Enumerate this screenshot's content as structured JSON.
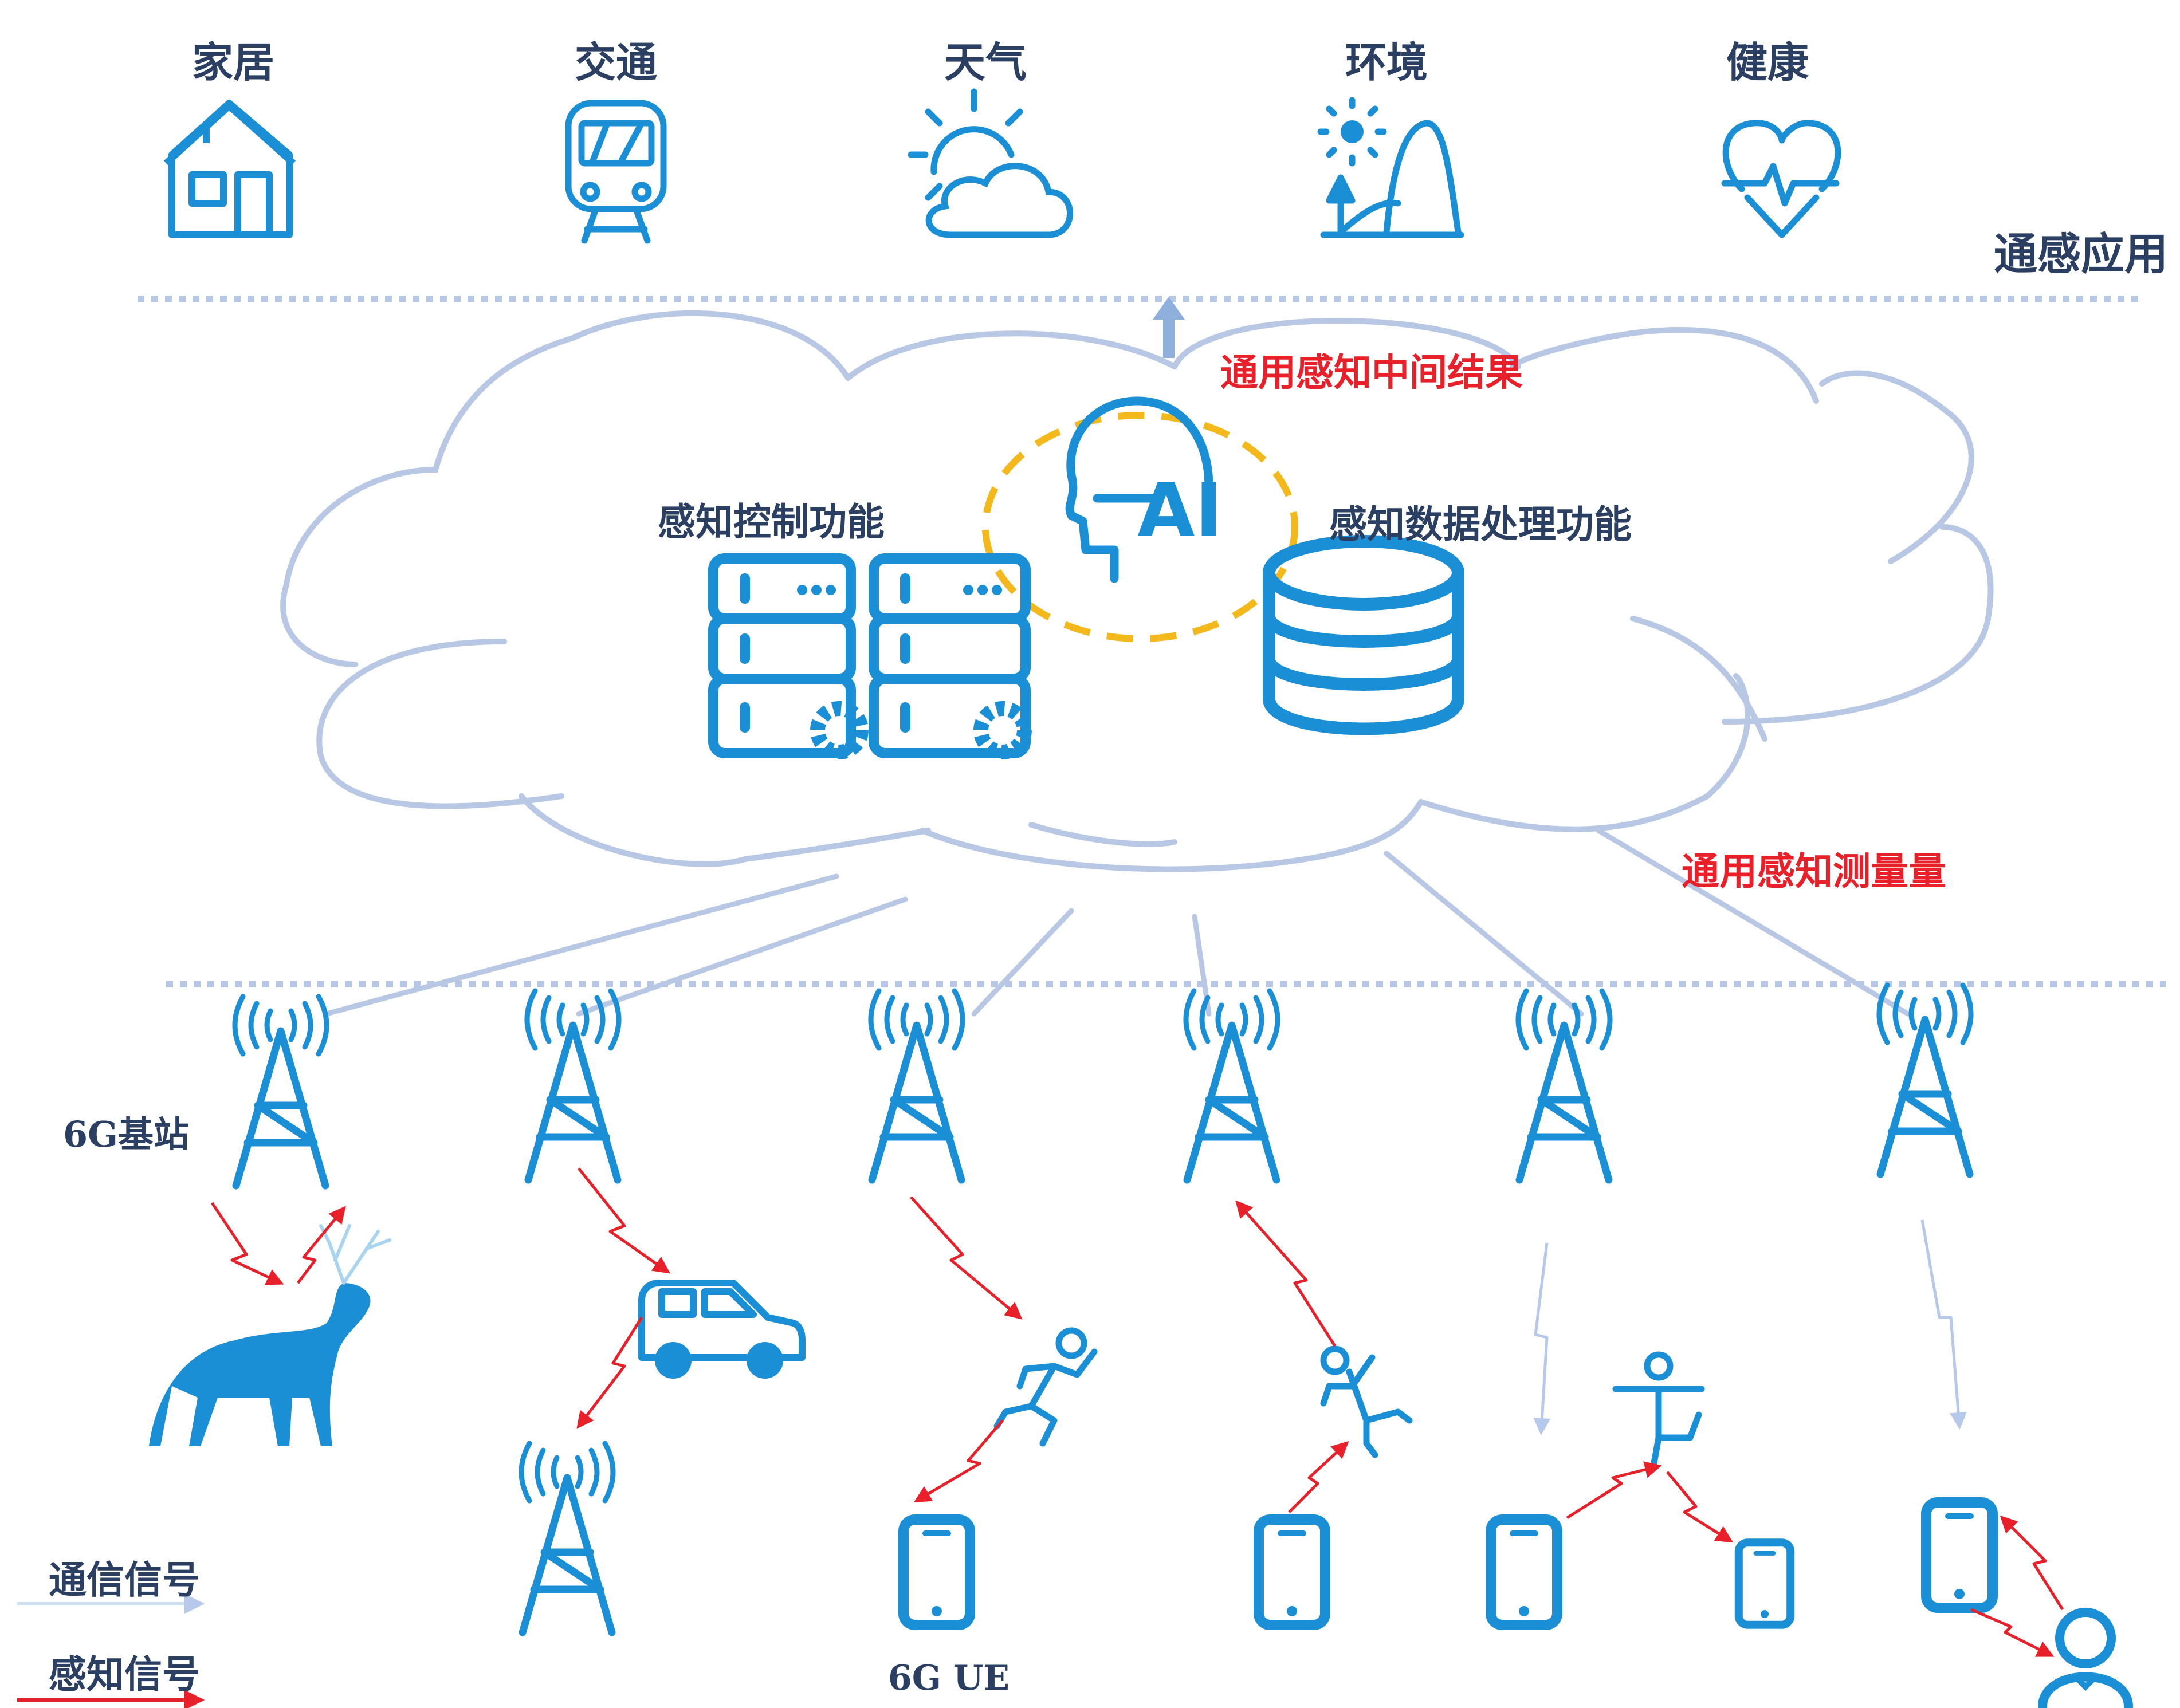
{
  "applications": [
    {
      "label": "家居",
      "icon": "house-icon"
    },
    {
      "label": "交通",
      "icon": "train-icon"
    },
    {
      "label": "天气",
      "icon": "weather-icon"
    },
    {
      "label": "环境",
      "icon": "environment-icon"
    },
    {
      "label": "健康",
      "icon": "health-icon"
    }
  ],
  "layers": {
    "application_layer": "通感应用",
    "intermediate_result": "通用感知中间结果",
    "measurement": "通用感知测量量"
  },
  "cloud": {
    "control_function": "感知控制功能",
    "data_processing_function": "感知数据处理功能",
    "ai_label": "AI"
  },
  "network": {
    "base_station_label": "6G基站",
    "ue_label": "6G UE"
  },
  "legend": {
    "comm_signal": "通信信号",
    "sense_signal": "感知信号"
  },
  "colors": {
    "icon_blue": "#1b8fd6",
    "cloud_outline": "#b8c7e3",
    "sense_red": "#e8202a",
    "comm_light": "#cfdcf2",
    "ai_ring": "#f2b81c",
    "text_dark": "#2b3f63"
  }
}
